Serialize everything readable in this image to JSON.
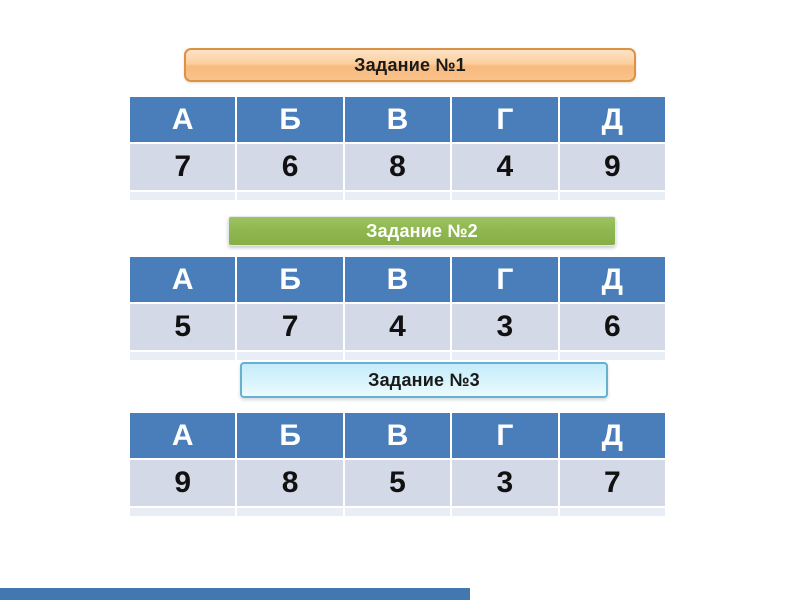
{
  "slide": {
    "background": "#ffffff",
    "tasks": [
      {
        "banner": {
          "label": "Задание №1",
          "style": "orange"
        },
        "table": {
          "headers": [
            "А",
            "Б",
            "В",
            "Г",
            "Д"
          ],
          "values": [
            "7",
            "6",
            "8",
            "4",
            "9"
          ]
        }
      },
      {
        "banner": {
          "label": "Задание №2",
          "style": "green"
        },
        "table": {
          "headers": [
            "А",
            "Б",
            "В",
            "Г",
            "Д"
          ],
          "values": [
            "5",
            "7",
            "4",
            "3",
            "6"
          ]
        }
      },
      {
        "banner": {
          "label": "Задание №3",
          "style": "cyan"
        },
        "table": {
          "headers": [
            "А",
            "Б",
            "В",
            "Г",
            "Д"
          ],
          "values": [
            "9",
            "8",
            "5",
            "3",
            "7"
          ]
        }
      }
    ],
    "colors": {
      "table_header_bg": "#4a7ebb",
      "table_header_text": "#ffffff",
      "table_row_bg": "#d3d9e6",
      "table_footer_strip": "#e9eef6",
      "banner1_gradient_top": "#fde3c6",
      "banner1_gradient_bottom": "#f8b97c",
      "banner1_border": "#db9245",
      "banner1_text": "#1a1a1a",
      "banner2_bg": "#8fb750",
      "banner2_text": "#ffffff",
      "banner3_gradient_top": "#c4ecfa",
      "banner3_gradient_bottom": "#ecfafd",
      "banner3_border": "#66b1d1",
      "banner3_text": "#1a1a1a",
      "progress_bar": "#4377b0"
    }
  }
}
